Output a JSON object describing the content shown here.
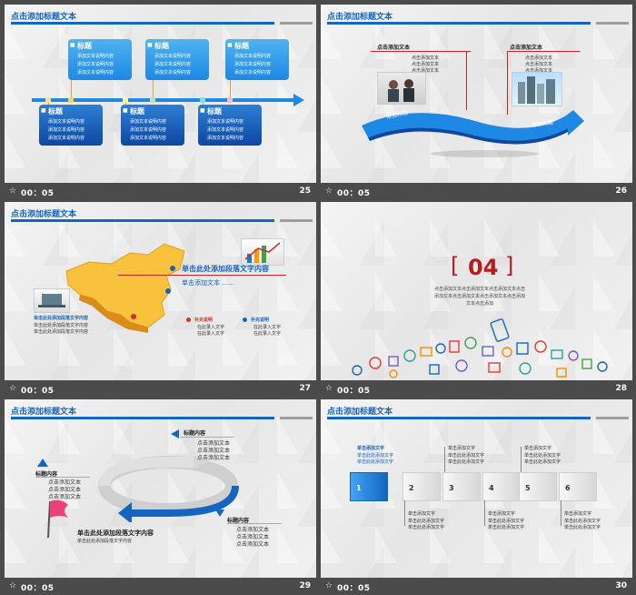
{
  "slides": [
    {
      "number": "25",
      "time": "00：05",
      "title": "点击添加标题文本",
      "timeline": {
        "top_boxes": [
          {
            "heading": "标题",
            "lines": [
              "添加文本说明内容",
              "添加文本说明内容",
              "添加文本说明内容"
            ]
          },
          {
            "heading": "标题",
            "lines": [
              "添加文本说明内容",
              "添加文本说明内容",
              "添加文本说明内容"
            ]
          },
          {
            "heading": "标题",
            "lines": [
              "添加文本说明内容",
              "添加文本说明内容",
              "添加文本说明内容"
            ]
          }
        ],
        "bottom_boxes": [
          {
            "heading": "标题",
            "lines": [
              "添加文本说明内容",
              "添加文本说明内容",
              "添加文本说明内容"
            ]
          },
          {
            "heading": "标题",
            "lines": [
              "添加文本说明内容",
              "添加文本说明内容",
              "添加文本说明内容"
            ]
          },
          {
            "heading": "标题",
            "lines": [
              "添加文本说明内容",
              "添加文本说明内容",
              "添加文本说明内容"
            ]
          }
        ]
      }
    },
    {
      "number": "26",
      "time": "00：05",
      "left_label": "点击添加文本",
      "left_lines": [
        "点击添加文本",
        "点击添加文本",
        "点击添加文本"
      ],
      "right_label": "点击添加文本",
      "right_lines": [
        "点击添加文本",
        "点击添加文本",
        "点击添加文本"
      ],
      "arrow_left": "添加标题",
      "arrow_right": "添加标题"
    },
    {
      "number": "27",
      "time": "00：05",
      "title": "点击添加标题文本",
      "heading": "单击此处添加段落文字内容",
      "sub": "单击添加文本 ……",
      "left_caption": "单击此处添加段落文字内容",
      "left_lines": [
        "单击此处添加段落文字内容",
        "单击此处添加段落文字内容"
      ],
      "legend": [
        {
          "title": "补充说明",
          "lines": [
            "在此录入文字",
            "在此录入文字"
          ]
        },
        {
          "title": "补充说明",
          "lines": [
            "在此录入文字",
            "在此录入文字"
          ]
        }
      ]
    },
    {
      "number": "28",
      "time": "00：05",
      "section": "04",
      "body_lines": [
        "点击添加文本点击添加文本点击添加文本点击",
        "添加文本点击添加文本点击添加文本点击添加",
        "文本点击添加"
      ]
    },
    {
      "number": "29",
      "time": "00：05",
      "title": "点击添加标题文本",
      "top_right": {
        "title": "标题内容",
        "lines": [
          "点击添加文本",
          "点击添加文本",
          "点击添加文本"
        ]
      },
      "left": {
        "title": "标题内容",
        "lines": [
          "点击添加文本",
          "点击添加文本",
          "点击添加文本"
        ]
      },
      "bottom_right": {
        "title": "标题内容",
        "lines": [
          "点击添加文本",
          "点击添加文本",
          "点击添加文本"
        ]
      },
      "main_heading": "单击此处添加段落文字内容",
      "main_sub": "单击此处添加段落文字内容"
    },
    {
      "number": "30",
      "time": "00：05",
      "title": "点击添加标题文本",
      "steps": [
        "1",
        "2",
        "3",
        "4",
        "5",
        "6"
      ],
      "top_labels": [
        {
          "title": "单击添加文字",
          "lines": [
            "单击此处添加文字",
            "单击此处添加文字"
          ]
        },
        {
          "title": "单击添加文字",
          "lines": [
            "单击此处添加文字",
            "单击此处添加文字"
          ]
        },
        {
          "title": "单击添加文字",
          "lines": [
            "单击此处添加文字",
            "单击此处添加文字"
          ]
        }
      ],
      "bottom_labels": [
        {
          "title": "单击添加文字",
          "lines": [
            "单击此处添加文字",
            "单击此处添加文字"
          ]
        },
        {
          "title": "单击添加文字",
          "lines": [
            "单击此处添加文字",
            "单击此处添加文字"
          ]
        },
        {
          "title": "单击添加文字",
          "lines": [
            "单击此处添加文字",
            "单击此处添加文字"
          ]
        }
      ]
    }
  ],
  "icons": {
    "footer": "star-icon",
    "people_photo": "people-photo",
    "building_photo": "building-photo",
    "flag": "flag-icon"
  }
}
